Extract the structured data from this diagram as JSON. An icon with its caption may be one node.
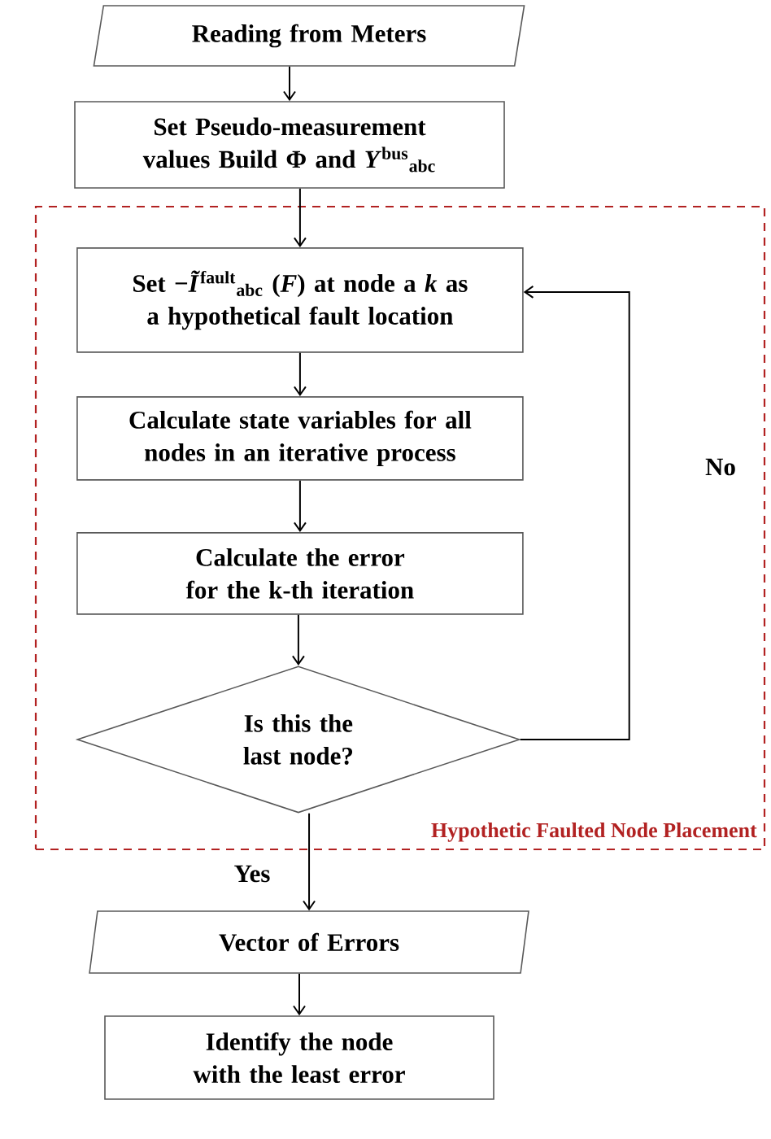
{
  "diagram": {
    "nodes": [
      {
        "text": [
          "Reading from Meters"
        ]
      },
      {
        "text": [
          "Set Pseudo-measurement values Build Φ and *Y*$^{bus}$$_{abc}$"
        ]
      },
      {
        "text": [
          "Hypothetic Faulted Node Placement"
        ]
      },
      {
        "text": [
          "Set −*Ĩ*$^{fault}$$_{abc}$ (*F*) at node a *k* as a hypothetical fault location"
        ],
        "in": 2
      },
      {
        "text": [
          "Calculate state variables for all nodes in an iterative process"
        ],
        "in": 2
      },
      {
        "text": [
          "Calculate the error for the k-th iteration"
        ],
        "in": 2
      },
      {
        "text": [
          "Is this the last node?"
        ],
        "in": 2
      },
      {
        "text": [
          "Vector of Errors"
        ]
      },
      {
        "text": [
          "Identify the node with the least error"
        ]
      }
    ],
    "edges": [
      {
        "from": 0,
        "to": 1,
        "arrow": "to"
      },
      {
        "from": 1,
        "to": 3,
        "arrow": "to"
      },
      {
        "from": 3,
        "to": 4,
        "arrow": "to"
      },
      {
        "from": 4,
        "to": 5,
        "arrow": "to"
      },
      {
        "from": 5,
        "to": 6,
        "arrow": "to"
      },
      {
        "from": 6,
        "to": 3,
        "arrow": "to",
        "label": "No"
      },
      {
        "from": 6,
        "to": 7,
        "arrow": "to",
        "label": "Yes"
      },
      {
        "from": 7,
        "to": 8,
        "arrow": "to"
      }
    ]
  }
}
